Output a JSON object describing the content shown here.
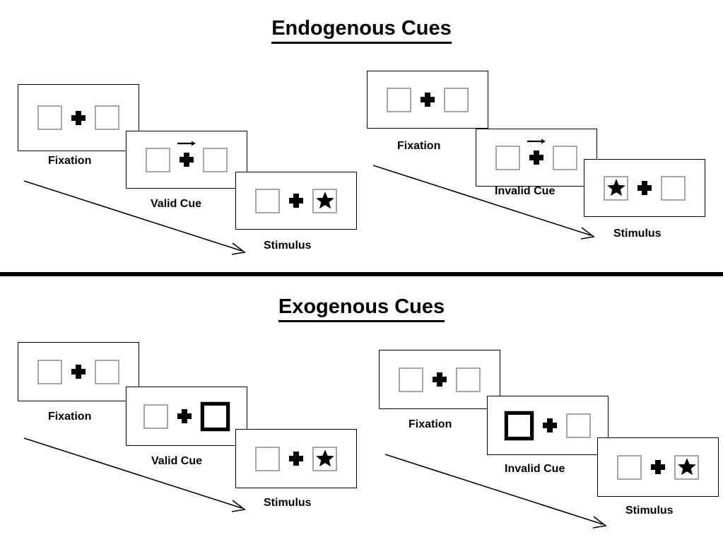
{
  "sections": [
    {
      "title": "Endogenous Cues",
      "cue_type": "endogenous",
      "columns": [
        {
          "validity": "valid",
          "stages": [
            {
              "label": "Fixation",
              "left_box": "empty",
              "right_box": "empty",
              "center": "plus",
              "arrow_cue": "none"
            },
            {
              "label": "Valid Cue",
              "left_box": "empty",
              "right_box": "empty",
              "center": "plus",
              "arrow_cue": "right-arrow"
            },
            {
              "label": "Stimulus",
              "left_box": "empty",
              "right_box": "star",
              "center": "plus",
              "arrow_cue": "none"
            }
          ]
        },
        {
          "validity": "invalid",
          "stages": [
            {
              "label": "Fixation",
              "left_box": "empty",
              "right_box": "empty",
              "center": "plus",
              "arrow_cue": "none"
            },
            {
              "label": "Invalid Cue",
              "left_box": "empty",
              "right_box": "empty",
              "center": "plus",
              "arrow_cue": "right-arrow"
            },
            {
              "label": "Stimulus",
              "left_box": "star",
              "right_box": "empty",
              "center": "plus",
              "arrow_cue": "none"
            }
          ]
        }
      ]
    },
    {
      "title": "Exogenous Cues",
      "cue_type": "exogenous",
      "columns": [
        {
          "validity": "valid",
          "stages": [
            {
              "label": "Fixation",
              "left_box": "empty",
              "right_box": "empty",
              "center": "plus",
              "arrow_cue": "none"
            },
            {
              "label": "Valid Cue",
              "left_box": "empty",
              "right_box": "highlighted",
              "center": "plus",
              "arrow_cue": "none"
            },
            {
              "label": "Stimulus",
              "left_box": "empty",
              "right_box": "star",
              "center": "plus",
              "arrow_cue": "none"
            }
          ]
        },
        {
          "validity": "invalid",
          "stages": [
            {
              "label": "Fixation",
              "left_box": "empty",
              "right_box": "empty",
              "center": "plus",
              "arrow_cue": "none"
            },
            {
              "label": "Invalid Cue",
              "left_box": "highlighted",
              "right_box": "empty",
              "center": "plus",
              "arrow_cue": "none"
            },
            {
              "label": "Stimulus",
              "left_box": "empty",
              "right_box": "star",
              "center": "plus",
              "arrow_cue": "none"
            }
          ]
        }
      ]
    }
  ],
  "colors": {
    "ink": "#000000",
    "panel_border": "#000000",
    "box_border": "#a6a6a6",
    "cued_box_border": "#000000",
    "background": "#ffffff"
  },
  "icons": {
    "fixation_cross": "plus-icon",
    "target": "star-icon",
    "directional_cue": "right-arrow-icon",
    "time_flow": "diagonal-arrow-icon"
  }
}
